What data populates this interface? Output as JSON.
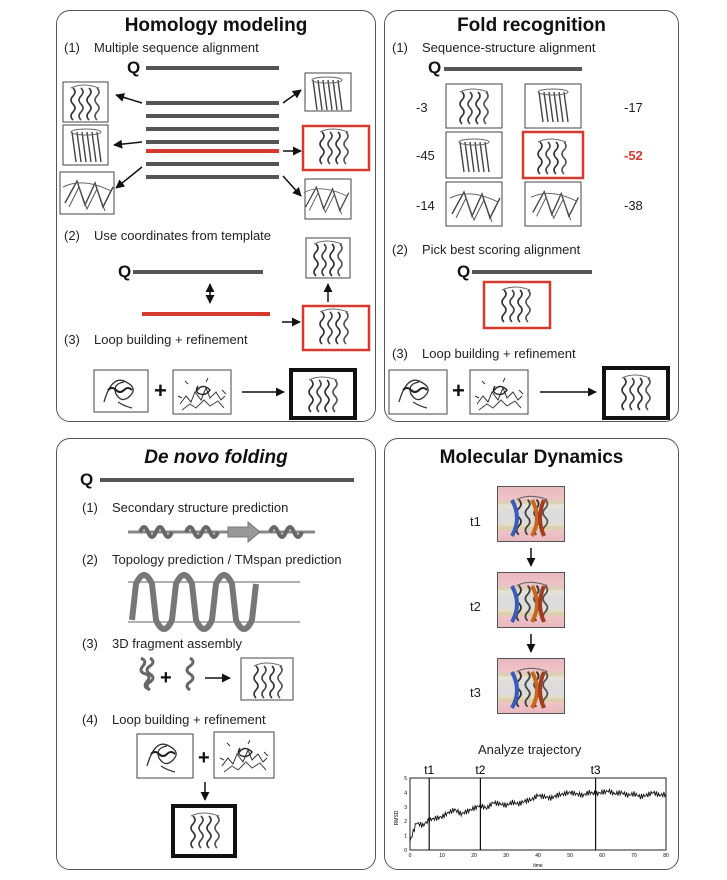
{
  "panels": {
    "homology": {
      "title": "Homology modeling",
      "steps": [
        {
          "num": "(1)",
          "text": "Multiple sequence alignment"
        },
        {
          "num": "(2)",
          "text": "Use coordinates from template"
        },
        {
          "num": "(3)",
          "text": "Loop building + refinement"
        }
      ],
      "query_label": "Q"
    },
    "fold": {
      "title": "Fold recognition",
      "steps": [
        {
          "num": "(1)",
          "text": "Sequence-structure alignment"
        },
        {
          "num": "(2)",
          "text": "Pick best scoring alignment"
        },
        {
          "num": "(3)",
          "text": "Loop building + refinement"
        }
      ],
      "query_label": "Q",
      "scores": [
        "-3",
        "-17",
        "-45",
        "-52",
        "-14",
        "-38"
      ]
    },
    "denovo": {
      "title": "De novo folding",
      "steps": [
        {
          "num": "(1)",
          "text": "Secondary structure prediction"
        },
        {
          "num": "(2)",
          "text": "Topology prediction / TMspan prediction"
        },
        {
          "num": "(3)",
          "text": "3D fragment assembly"
        },
        {
          "num": "(4)",
          "text": "Loop building + refinement"
        }
      ],
      "query_label": "Q"
    },
    "md": {
      "title": "Molecular Dynamics",
      "timepoints": [
        "t1",
        "t2",
        "t3"
      ],
      "analysis_label": "Analyze trajectory",
      "plot_markers": [
        "t1",
        "t2",
        "t3"
      ],
      "plot_ylabel": "RMSD",
      "plot_xlabel": "time",
      "plot_yticks": [
        "0",
        "1",
        "2",
        "3",
        "4",
        "5"
      ],
      "plot_xticks": [
        "0",
        "10",
        "20",
        "30",
        "40",
        "50",
        "60",
        "70",
        "80"
      ]
    }
  },
  "colors": {
    "template_highlight": "#d63a2f",
    "bar": "#555555",
    "border": "#555555"
  },
  "chart_data": {
    "type": "line",
    "xlabel": "time",
    "ylabel": "RMSD",
    "xlim": [
      0,
      80
    ],
    "ylim": [
      0,
      5
    ],
    "markers": [
      {
        "label": "t1",
        "x": 6
      },
      {
        "label": "t2",
        "x": 22
      },
      {
        "label": "t3",
        "x": 58
      }
    ],
    "series": [
      {
        "x": [
          0,
          2,
          4,
          6,
          8,
          10,
          12,
          14,
          16,
          18,
          20,
          22,
          24,
          26,
          28,
          30,
          32,
          34,
          36,
          38,
          40,
          42,
          44,
          46,
          48,
          50,
          52,
          54,
          56,
          58,
          60,
          62,
          64,
          66,
          68,
          70,
          72,
          74,
          76,
          78,
          80
        ],
        "values": [
          0.6,
          1.9,
          1.7,
          2.1,
          2.2,
          2.3,
          2.6,
          2.8,
          2.5,
          2.7,
          2.9,
          3.1,
          2.9,
          3.3,
          3.2,
          3.1,
          3.3,
          3.2,
          3.4,
          3.5,
          3.8,
          3.7,
          3.6,
          3.8,
          3.9,
          4.0,
          3.9,
          3.8,
          4.0,
          3.9,
          4.0,
          4.1,
          3.9,
          4.0,
          3.8,
          3.9,
          3.7,
          3.8,
          4.0,
          3.8,
          3.9
        ]
      }
    ]
  }
}
